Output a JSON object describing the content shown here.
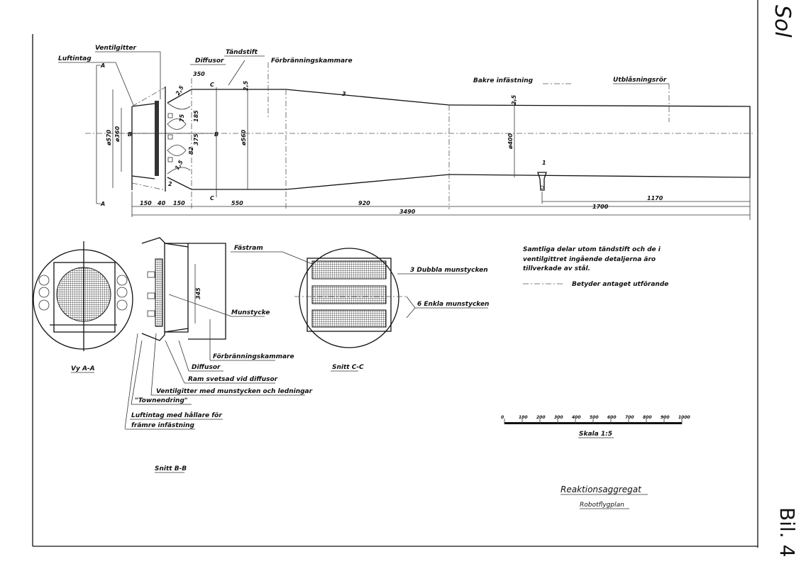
{
  "corner_mark": "Sol",
  "sheet_number": "Bil. 4",
  "side_view": {
    "labels": {
      "luftintag": "Luftintag",
      "ventilgitter": "Ventilgitter",
      "diffusor": "Diffusor",
      "tandstift": "Tändstift",
      "forbranningskammare": "Förbränningskammare",
      "bakre_infastning": "Bakre infästning",
      "utblasningsror": "Utblåsningsrör"
    },
    "section_marks": {
      "a_top": "A",
      "a_bottom": "A",
      "b_left": "B",
      "b_right": "B",
      "c_top": "C",
      "c_bottom": "C"
    },
    "diameters": {
      "d570": "ø570",
      "d360": "ø360",
      "d560": "ø560",
      "d400": "ø400"
    },
    "small_dims": {
      "d350": "350",
      "d2_5a": "2,5",
      "d2_5b": "2,5",
      "d3": "3",
      "d2_5c": "2,5",
      "d75": "75",
      "d185": "185",
      "d375": "375",
      "d82": "82",
      "d1_5": "1,5",
      "d2": "2",
      "d1": "1"
    },
    "length_dims": {
      "l150a": "150",
      "l40": "40",
      "l150b": "150",
      "l550": "550",
      "l920": "920",
      "l1170": "1170",
      "l1700": "1700",
      "l3490": "3490"
    }
  },
  "section_aa": {
    "caption": "Vy A-A"
  },
  "section_bb": {
    "caption": "Snitt B-B",
    "dim_345": "345",
    "labels": {
      "munstycke": "Munstycke",
      "forbranningskammare": "Förbränningskammare",
      "diffusor": "Diffusor",
      "ram": "Ram svetsad vid diffusor",
      "ventilgitter": "Ventilgitter med munstycken och ledningar",
      "townendring": "\"Townendring\"",
      "luftintag_1": "Luftintag med hållare för",
      "luftintag_2": "främre infästning"
    }
  },
  "section_cc": {
    "caption": "Snitt C-C",
    "labels": {
      "fastram": "Fästram",
      "dubbla": "3 Dubbla munstycken",
      "enkla": "6 Enkla munstycken"
    }
  },
  "notes": {
    "line1": "Samtliga delar utom tändstift och de i",
    "line2": "ventilgittret ingående detaljerna äro",
    "line3": "tillverkade av stål.",
    "legend": "Betyder antaget utförande"
  },
  "scale": {
    "ticks": [
      "0",
      "100",
      "200",
      "300",
      "400",
      "500",
      "600",
      "700",
      "800",
      "900",
      "1000"
    ],
    "label": "Skala 1:5"
  },
  "title": {
    "main": "Reaktionsaggregat",
    "sub": "Robotflygplan"
  }
}
